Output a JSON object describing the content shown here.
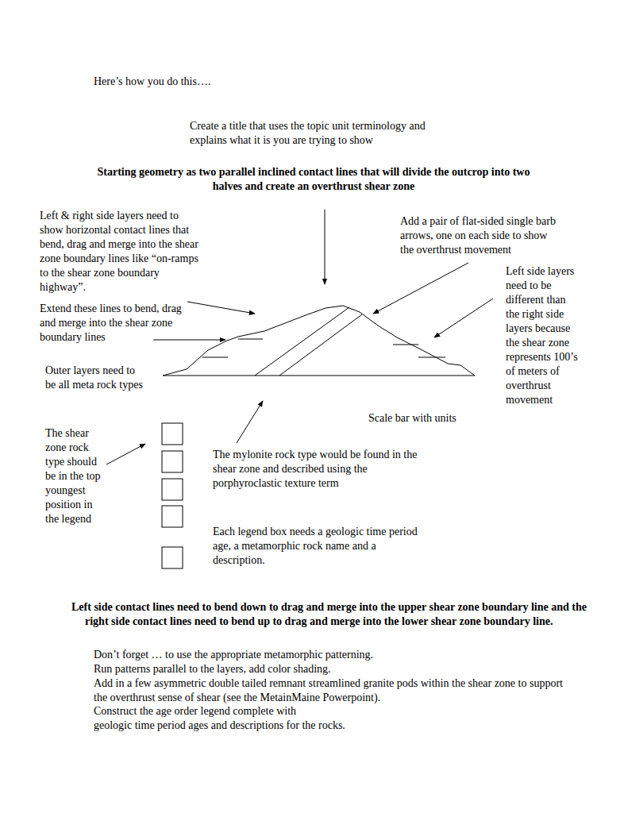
{
  "diagram": {
    "title": "Here’s how you do this….",
    "labels": [
      "Create a title that uses the topic unit terminology and explains what it is you are trying to show",
      "Starting geometry as two parallel inclined contact lines that will divide the outcrop into two halves and create an overthrust shear zone",
      "Left & right side layers need to show horizontal contact lines that bend, drag and merge into the shear zone boundary lines like “on-ramps to the shear zone boundary highway”.",
      "Extend these lines to bend, drag and merge into the shear zone boundary lines",
      "Add a pair of flat-sided single barb arrows, one on each side to show the overthrust movement",
      "Left side layers need to be different than the right side layers because the shear zone represents 100’s of meters of overthrust movement",
      "Outer layers need to be all meta rock types",
      "Scale bar with units",
      "The shear zone rock type should be in the top youngest position in the legend",
      "The mylonite rock type would be found in the shear zone and described using the porphyroclastic texture term",
      "Each legend box needs a geologic time period age, a metamorphic rock name and a description.",
      "Left side contact lines need to bend down to drag and merge into the upper shear zone boundary line and the right side contact lines need to bend up to drag and merge into the lower shear zone boundary line.",
      "Don’t forget … to use the appropriate metamorphic patterning.",
      "Run patterns parallel to the layers, add color shading.",
      "Add in a few asymmetric double tailed remnant streamlined granite pods within the shear zone to support the overthrust sense of shear (see the MetainMaine Powerpoint).",
      "Construct the age order legend complete with",
      "geologic time period ages and descriptions for the rocks."
    ]
  }
}
